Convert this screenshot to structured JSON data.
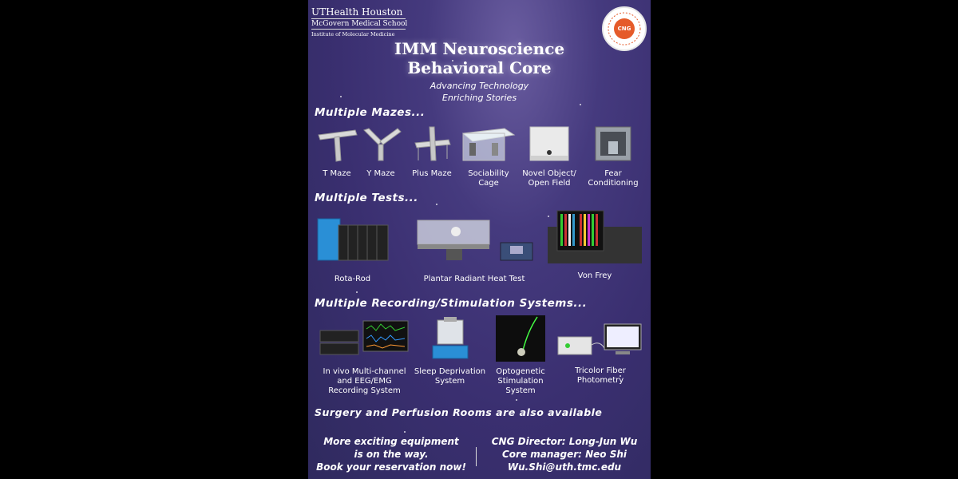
{
  "header": {
    "institution": "UTHealth Houston",
    "school": "McGovern Medical School",
    "institute": "Institute of Molecular Medicine",
    "seal_text": "CNG"
  },
  "title": {
    "line1": "IMM Neuroscience",
    "line2": "Behavioral Core",
    "tagline1": "Advancing Technology",
    "tagline2": "Enriching Stories"
  },
  "sections": {
    "mazes": "Multiple Mazes...",
    "tests": "Multiple Tests...",
    "recording": "Multiple Recording/Stimulation Systems...",
    "rooms": "Surgery and Perfusion Rooms are also available"
  },
  "mazes": [
    {
      "line1": "T Maze",
      "line2": ""
    },
    {
      "line1": "Y Maze",
      "line2": ""
    },
    {
      "line1": "Plus Maze",
      "line2": ""
    },
    {
      "line1": "Sociability",
      "line2": "Cage"
    },
    {
      "line1": "Novel Object/",
      "line2": "Open Field"
    },
    {
      "line1": "Fear",
      "line2": "Conditioning"
    }
  ],
  "tests": [
    {
      "label": "Rota-Rod"
    },
    {
      "label": "Plantar Radiant Heat Test"
    },
    {
      "label": "Von Frey"
    }
  ],
  "recording": [
    {
      "line1": "In vivo Multi-channel",
      "line2": "and EEG/EMG",
      "line3": "Recording System"
    },
    {
      "line1": "Sleep Deprivation",
      "line2": "System",
      "line3": ""
    },
    {
      "line1": "Optogenetic",
      "line2": "Stimulation",
      "line3": "System"
    },
    {
      "line1": "Tricolor Fiber",
      "line2": "Photometry",
      "line3": ""
    }
  ],
  "footer": {
    "left1": "More exciting equipment",
    "left2": "is on the way.",
    "left3": "Book your reservation now!",
    "right1": "CNG Director: Long-Jun Wu",
    "right2": "Core manager: Neo Shi",
    "right3": "Wu.Shi@uth.tmc.edu"
  },
  "colors": {
    "background": "#3a2f70",
    "accent": "#e55b2a"
  }
}
